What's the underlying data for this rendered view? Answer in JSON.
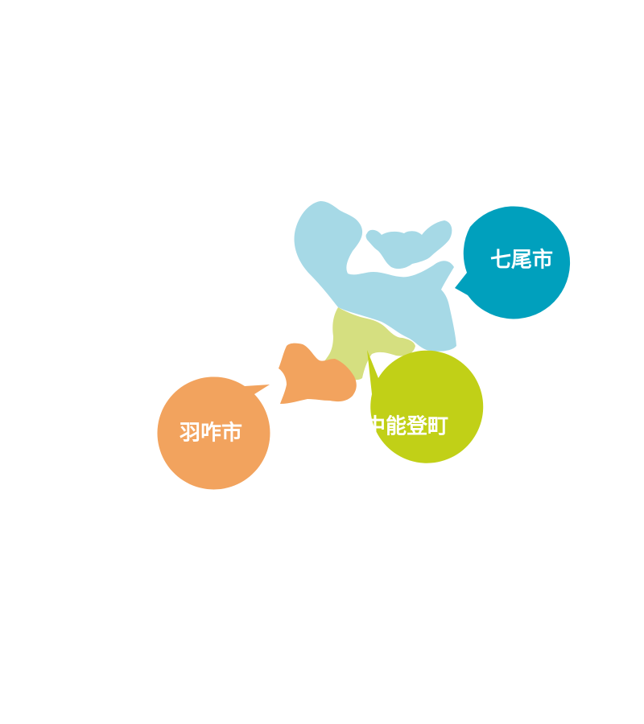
{
  "regions": [
    {
      "id": "nanao",
      "label": "七尾市",
      "color": "#a6d9e6",
      "bubble_color": "#00a0bd"
    },
    {
      "id": "nakanoto",
      "label": "中能登町",
      "color": "#d5df80",
      "bubble_color": "#c1d017"
    },
    {
      "id": "hakui",
      "label": "羽咋市",
      "color": "#f2a35e",
      "bubble_color": "#f2a35e"
    }
  ]
}
